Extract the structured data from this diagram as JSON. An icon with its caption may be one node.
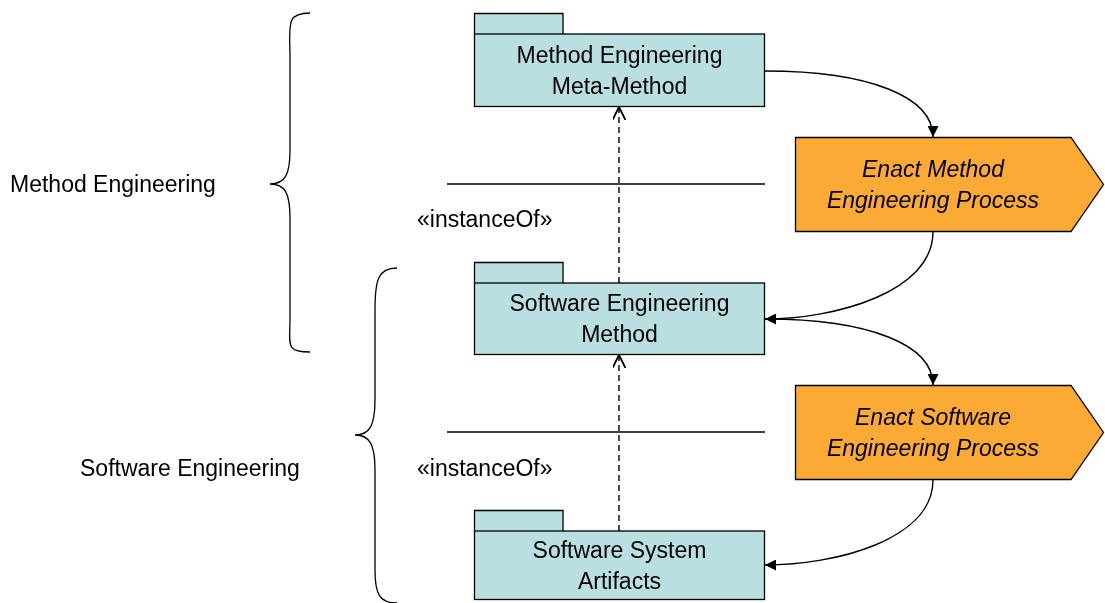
{
  "diagram": {
    "nodes": [
      {
        "text": [
          "Method Engineering Meta-Method"
        ]
      },
      {
        "text": [
          "Enact Method Engineering Process"
        ]
      },
      {
        "text": [
          "Software Engineering Method"
        ]
      },
      {
        "text": [
          "Enact Software Engineering Process"
        ]
      },
      {
        "text": [
          "Software System Artifacts"
        ]
      }
    ],
    "edges": [
      {
        "from": 0,
        "to": 1,
        "arrow": "to"
      },
      {
        "from": 1,
        "to": 2,
        "arrow": "to"
      },
      {
        "from": 2,
        "to": 3,
        "arrow": "to"
      },
      {
        "from": 3,
        "to": 4,
        "arrow": "to"
      },
      {
        "from": 4,
        "to": 2,
        "arrow": "to",
        "style": "dashed"
      },
      {
        "from": 2,
        "to": 0,
        "arrow": "to",
        "style": "dashed"
      }
    ],
    "labels": [
      "Method Engineering",
      "«instanceOf»",
      "Software Engineering",
      "«instanceOf»"
    ]
  }
}
